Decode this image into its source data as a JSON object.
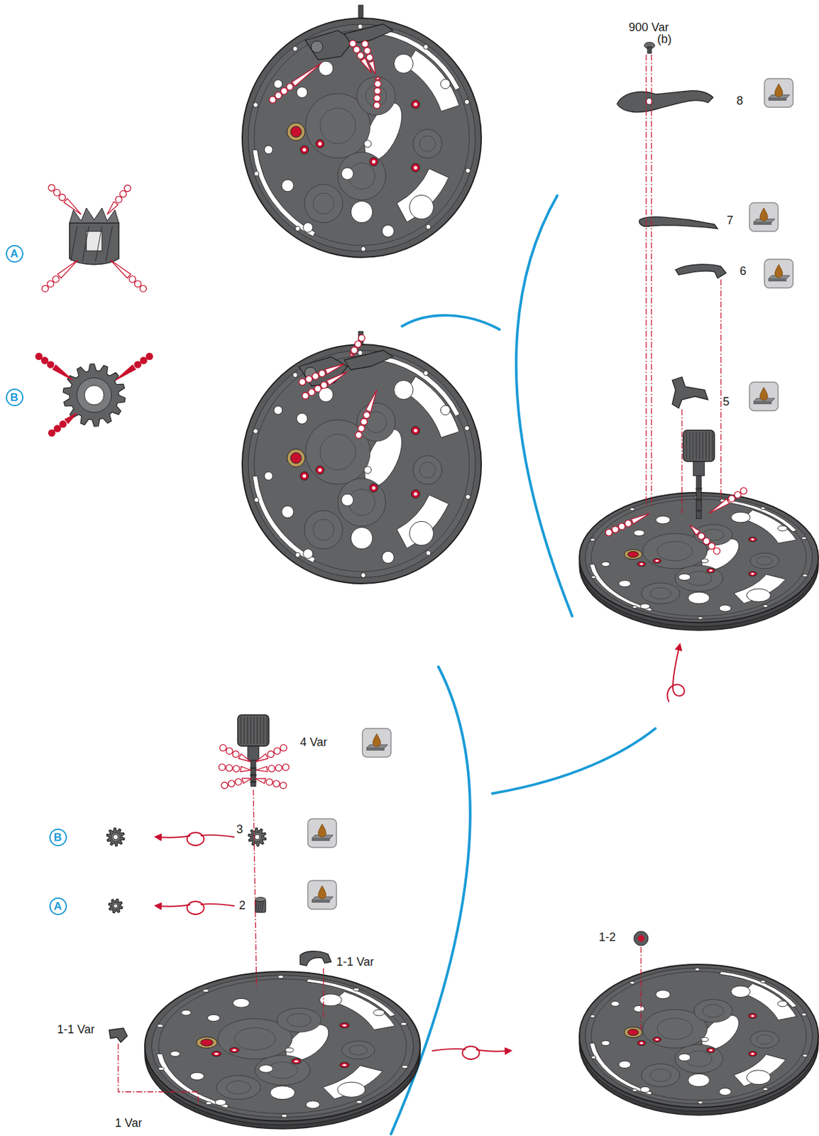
{
  "diagram": {
    "nodes": [
      {
        "text": [
          "A"
        ]
      },
      {
        "text": [
          "B"
        ]
      },
      {
        "text": [
          "B"
        ]
      },
      {
        "text": [
          "A"
        ]
      }
    ],
    "labels": [
      "900 Var",
      "(b)",
      "8",
      "7",
      "6",
      "5",
      "4 Var",
      "3",
      "2",
      "1-1 Var",
      "1-1 Var",
      "1 Var",
      "1-2"
    ]
  }
}
